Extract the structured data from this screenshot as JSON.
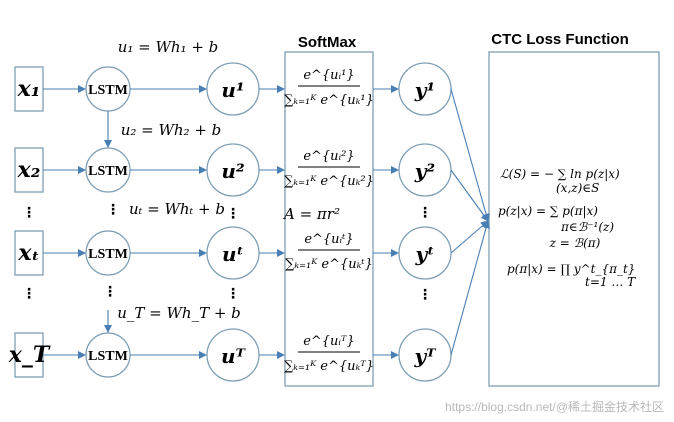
{
  "headers": {
    "softmax": "SoftMax",
    "ctc": "CTC Loss Function"
  },
  "lstm_label": "LSTM",
  "rows": [
    {
      "x": "x₁",
      "u": "u¹",
      "y": "y¹",
      "num": "e^{uᵢ¹}",
      "den": "∑ₖ₌₁ᴷ e^{uₖ¹}",
      "eq": "u₁ = Wh₁ + b"
    },
    {
      "x": "x₂",
      "u": "u²",
      "y": "y²",
      "num": "e^{uᵢ²}",
      "den": "∑ₖ₌₁ᴷ e^{uₖ²}",
      "eq": "u₂ = Wh₂ + b"
    },
    {
      "x": "xₜ",
      "u": "uᵗ",
      "y": "yᵗ",
      "num": "e^{uᵢᵗ}",
      "den": "∑ₖ₌₁ᴷ e^{uₖᵗ}",
      "eq": "uₜ = Whₜ + b"
    },
    {
      "x": "x_T",
      "u": "uᵀ",
      "y": "yᵀ",
      "num": "e^{uᵢᵀ}",
      "den": "∑ₖ₌₁ᴷ e^{uₖᵀ}",
      "eq": "u_T = Wh_T + b"
    }
  ],
  "softmax_extra": "A = πr²",
  "dots": "⋮",
  "loss_equations": [
    "ℒ(S) = − ∑ ln p(z|x)",
    "(x,z)∈S",
    "p(z|x) = ∑ p(π|x)",
    "π∈ℬ⁻¹(z)",
    "z = ℬ(π)",
    "p(π|x) = ∏ y^t_{π_t}",
    "t=1 … T"
  ],
  "watermark": "https://blog.csdn.net/@稀土掘金技术社区"
}
